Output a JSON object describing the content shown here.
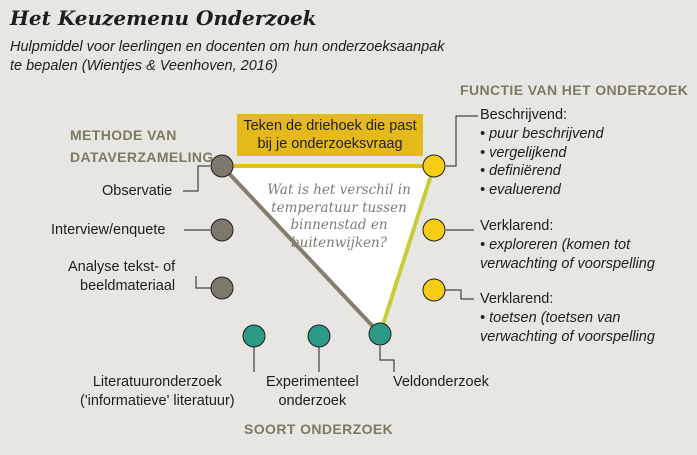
{
  "title": "Het Keuzemenu Onderzoek",
  "subtitle": [
    "Hulpmiddel voor leerlingen en docenten om hun onderzoeksaanpak",
    "te bepalen (Wientjes & Veenhoven, 2016)"
  ],
  "sections": {
    "methode": {
      "heading": [
        "METHODE VAN",
        "DATAVERZAMELING"
      ],
      "items": [
        "Observatie",
        "Interview/enquete",
        "Analyse tekst- of",
        "beeldmateriaal"
      ]
    },
    "functie": {
      "heading": "FUNCTIE VAN HET ONDERZOEK",
      "groups": [
        {
          "label": "Beschrijvend:",
          "items": [
            "• puur beschrijvend",
            "• vergelijkend",
            "• definiërend",
            "• evaluerend"
          ]
        },
        {
          "label": "Verklarend:",
          "items": [
            "• exploreren (komen tot",
            "verwachting of voorspelling"
          ]
        },
        {
          "label": "Verklarend:",
          "items": [
            "• toetsen (toetsen van",
            "verwachting of voorspelling"
          ]
        }
      ]
    },
    "soort": {
      "heading": "SOORT ONDERZOEK",
      "items": [
        "Literatuuronderzoek",
        "('informatieve' literatuur)",
        "Experimenteel",
        "onderzoek",
        "Veldonderzoek"
      ]
    }
  },
  "callout": [
    "Teken de driehoek die past",
    "bij je onderzoeksvraag"
  ],
  "question": [
    "Wat is het verschil in",
    "temperatuur tussen",
    "binnenstad en",
    "buitenwijken?"
  ],
  "colors": {
    "background": "#e8e6e2",
    "methode": "#7d786b",
    "functie": "#f4cd14",
    "soort": "#2a9a87",
    "heading": "#7b7a63",
    "callout": "#e6b91b"
  }
}
